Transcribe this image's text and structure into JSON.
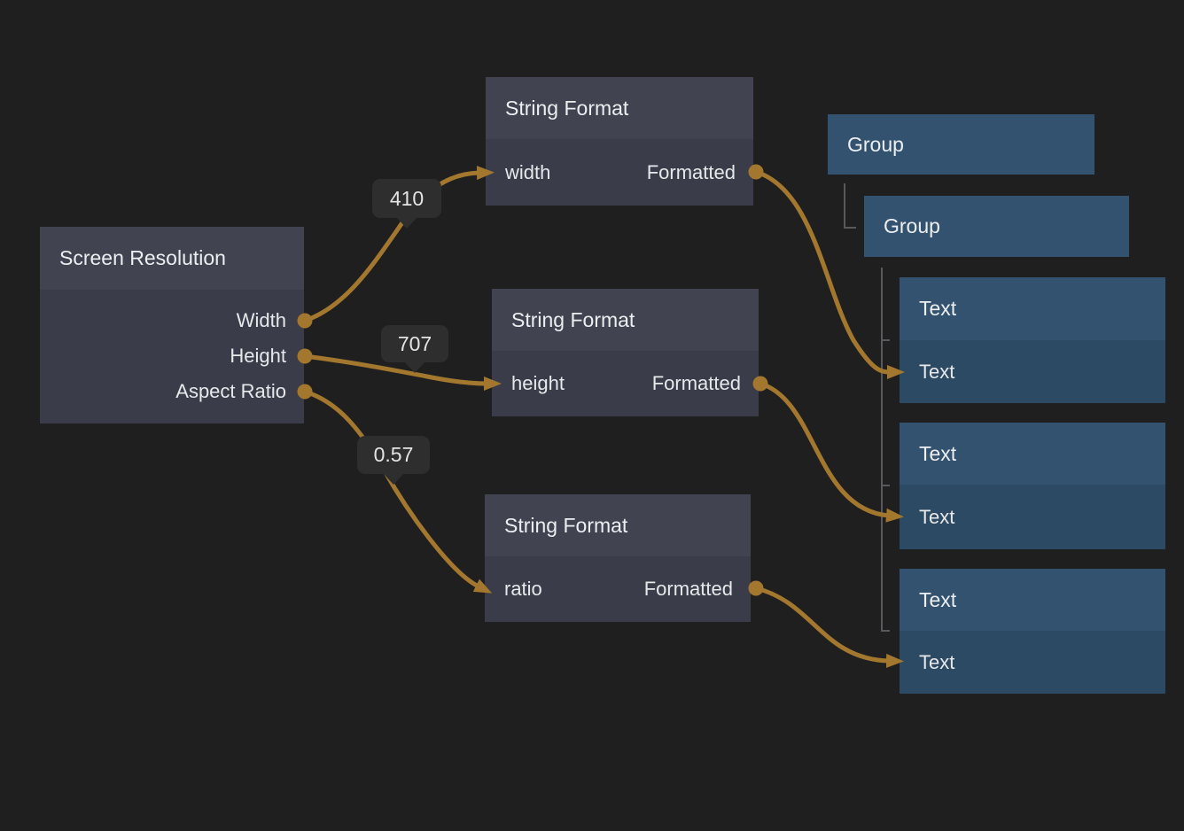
{
  "app": {
    "type": "node-graph-editor"
  },
  "colors": {
    "background": "#1f1f20",
    "wire_accent": "#a3782e",
    "gray_node_header": "#414450",
    "gray_node_body": "#3a3d49",
    "blue_node_header": "#33526f",
    "blue_node_body": "#2d4a64",
    "badge_background": "#2e2e2f",
    "tree_guide": "#58595c"
  },
  "nodes": {
    "screen_resolution": {
      "title": "Screen Resolution",
      "outputs": [
        {
          "label": "Width"
        },
        {
          "label": "Height"
        },
        {
          "label": "Aspect Ratio"
        }
      ]
    },
    "string_format_width": {
      "title": "String Format",
      "inputs": [
        {
          "label": "width"
        }
      ],
      "outputs": [
        {
          "label": "Formatted"
        }
      ]
    },
    "string_format_height": {
      "title": "String Format",
      "inputs": [
        {
          "label": "height"
        }
      ],
      "outputs": [
        {
          "label": "Formatted"
        }
      ]
    },
    "string_format_ratio": {
      "title": "String Format",
      "inputs": [
        {
          "label": "ratio"
        }
      ],
      "outputs": [
        {
          "label": "Formatted"
        }
      ]
    },
    "group_outer": {
      "title": "Group"
    },
    "group_inner": {
      "title": "Group"
    },
    "text_width": {
      "title": "Text",
      "inputs": [
        {
          "label": "Text"
        }
      ]
    },
    "text_height": {
      "title": "Text",
      "inputs": [
        {
          "label": "Text"
        }
      ]
    },
    "text_ratio": {
      "title": "Text",
      "inputs": [
        {
          "label": "Text"
        }
      ]
    }
  },
  "hierarchy": {
    "group_outer": {
      "children": {
        "group_inner": {
          "children": [
            "text_width",
            "text_height",
            "text_ratio"
          ]
        }
      }
    }
  },
  "wire_values": [
    {
      "value": "410"
    },
    {
      "value": "707"
    },
    {
      "value": "0.57"
    }
  ],
  "connections": [
    {
      "from": "Screen Resolution / Width",
      "to": "String Format / width",
      "value": "410"
    },
    {
      "from": "Screen Resolution / Height",
      "to": "String Format / height",
      "value": "707"
    },
    {
      "from": "Screen Resolution / Aspect Ratio",
      "to": "String Format / ratio",
      "value": "0.57"
    },
    {
      "from": "String Format (width) / Formatted",
      "to": "Text / Text"
    },
    {
      "from": "String Format (height) / Formatted",
      "to": "Text / Text"
    },
    {
      "from": "String Format (ratio) / Formatted",
      "to": "Text / Text"
    }
  ]
}
